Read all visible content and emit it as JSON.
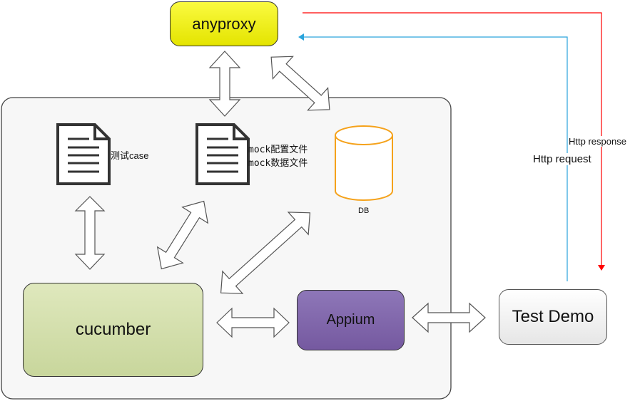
{
  "nodes": {
    "anyproxy": "anyproxy",
    "cucumber": "cucumber",
    "appium": "Appium",
    "test_demo": "Test Demo",
    "db": "DB"
  },
  "documents": {
    "test_case": "测试case",
    "mock_config": "mock配置文件",
    "mock_data": "mock数据文件"
  },
  "edges": {
    "http_response": "Http response",
    "http_request": "Http request"
  },
  "colors": {
    "anyproxy_fill": "#f0f020",
    "cucumber_fill": "#d4dfac",
    "appium_fill": "#7f65aa",
    "db_stroke": "#f5a21b",
    "response_line": "#ff0000",
    "request_line": "#2aa4dc",
    "container_fill": "#f7f7f7"
  }
}
